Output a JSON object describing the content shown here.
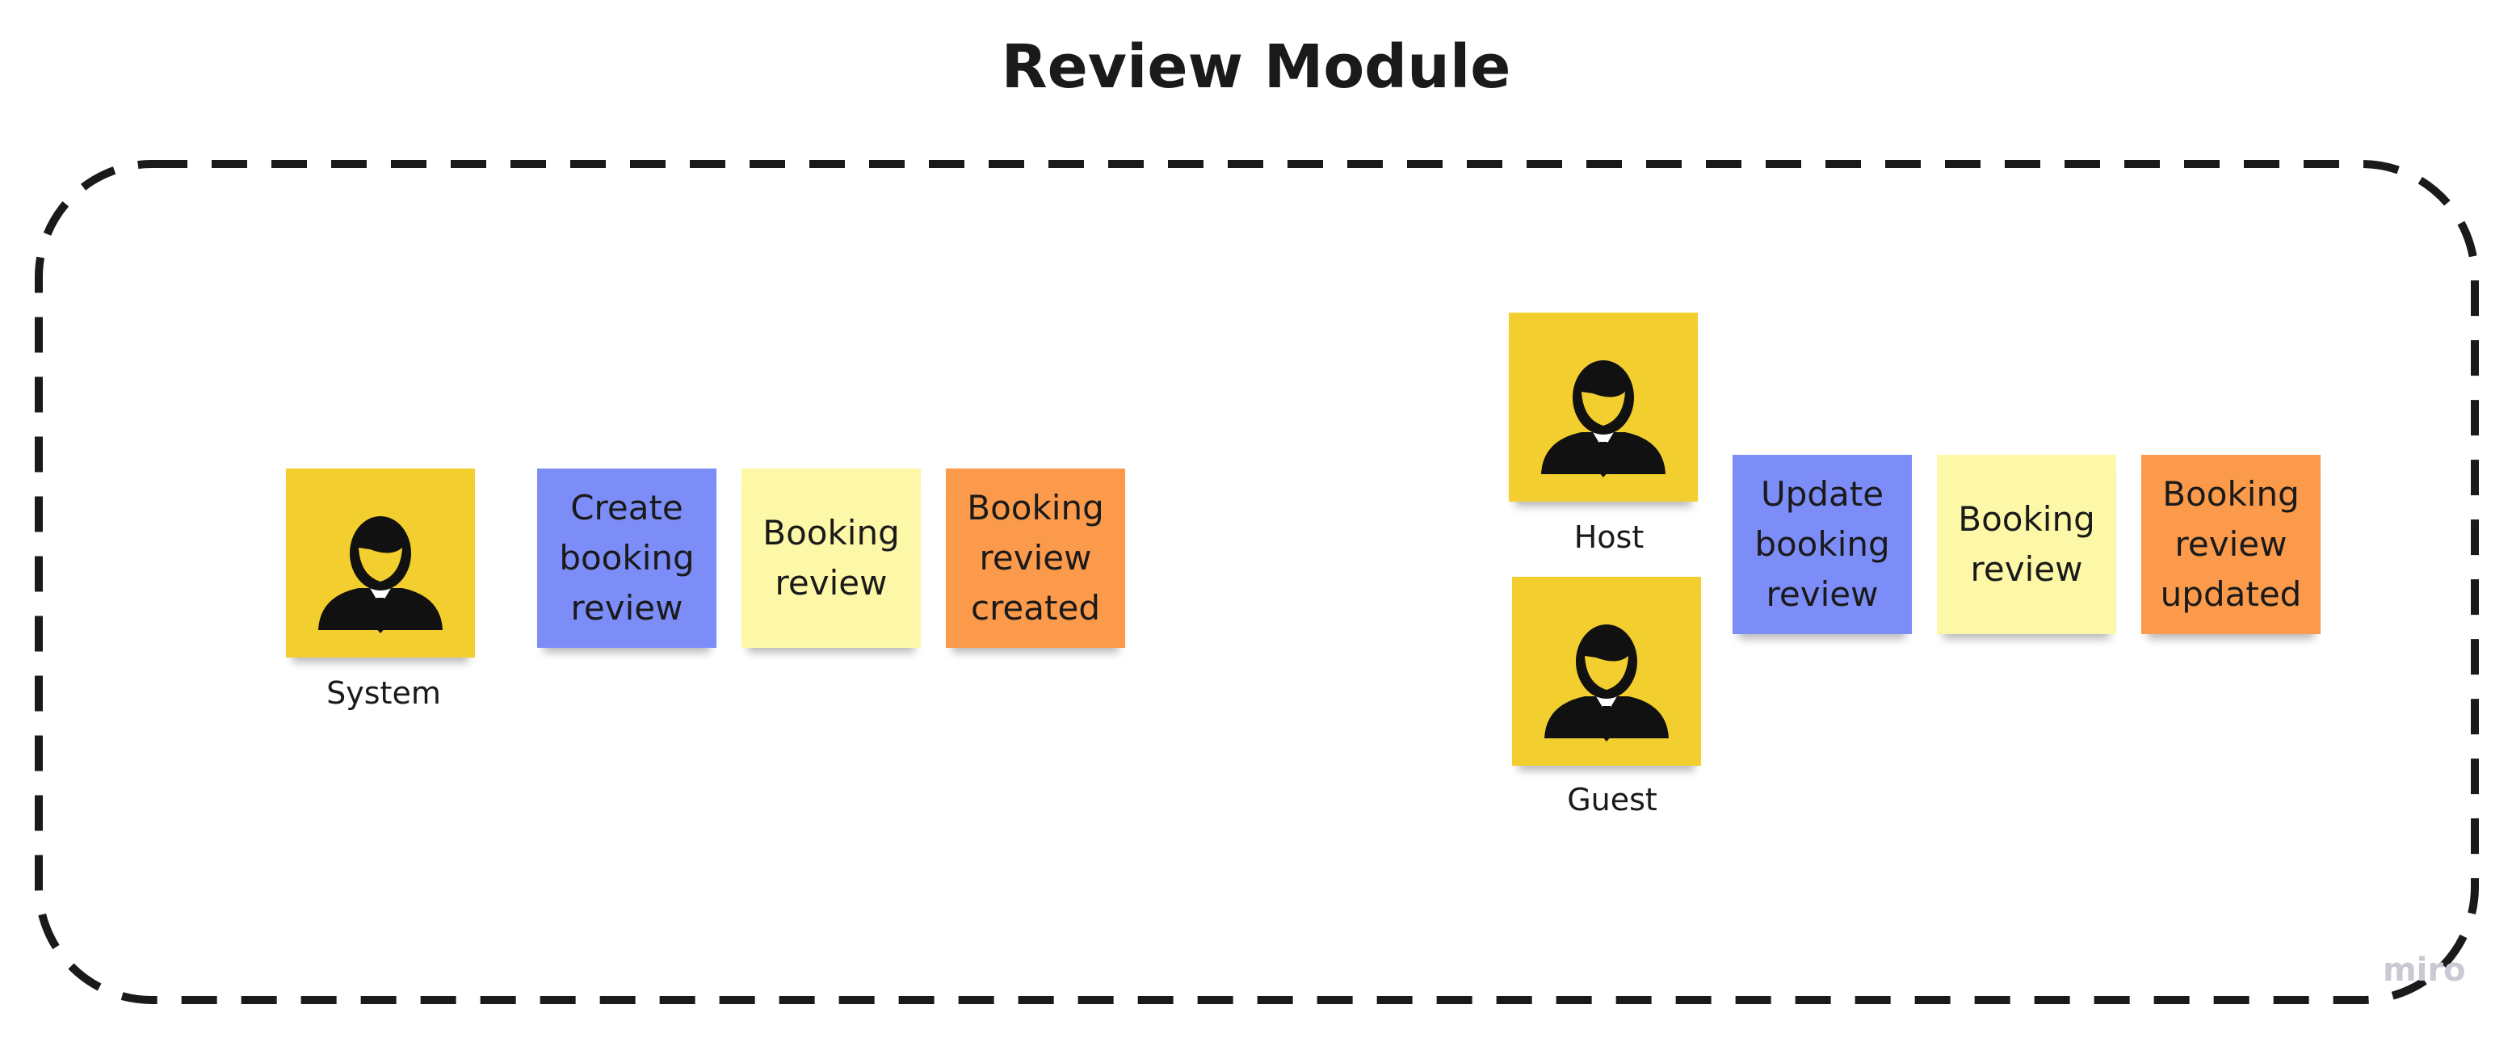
{
  "title": "Review Module",
  "colors": {
    "command": "#7d8df7",
    "read_model": "#fdf8a8",
    "event": "#fb9a4a",
    "actor": "#f2cf2f",
    "frame": "#1a1a1a"
  },
  "flows": [
    {
      "actors": [
        {
          "label": "System",
          "icon": "person-icon"
        }
      ],
      "command": "Create\nbooking\nreview",
      "read_model": "Booking\nreview",
      "event": "Booking\nreview\ncreated"
    },
    {
      "actors": [
        {
          "label": "Host",
          "icon": "person-icon"
        },
        {
          "label": "Guest",
          "icon": "person-icon"
        }
      ],
      "command": "Update\nbooking\nreview",
      "read_model": "Booking\nreview",
      "event": "Booking\nreview\nupdated"
    }
  ],
  "watermark": "miro"
}
